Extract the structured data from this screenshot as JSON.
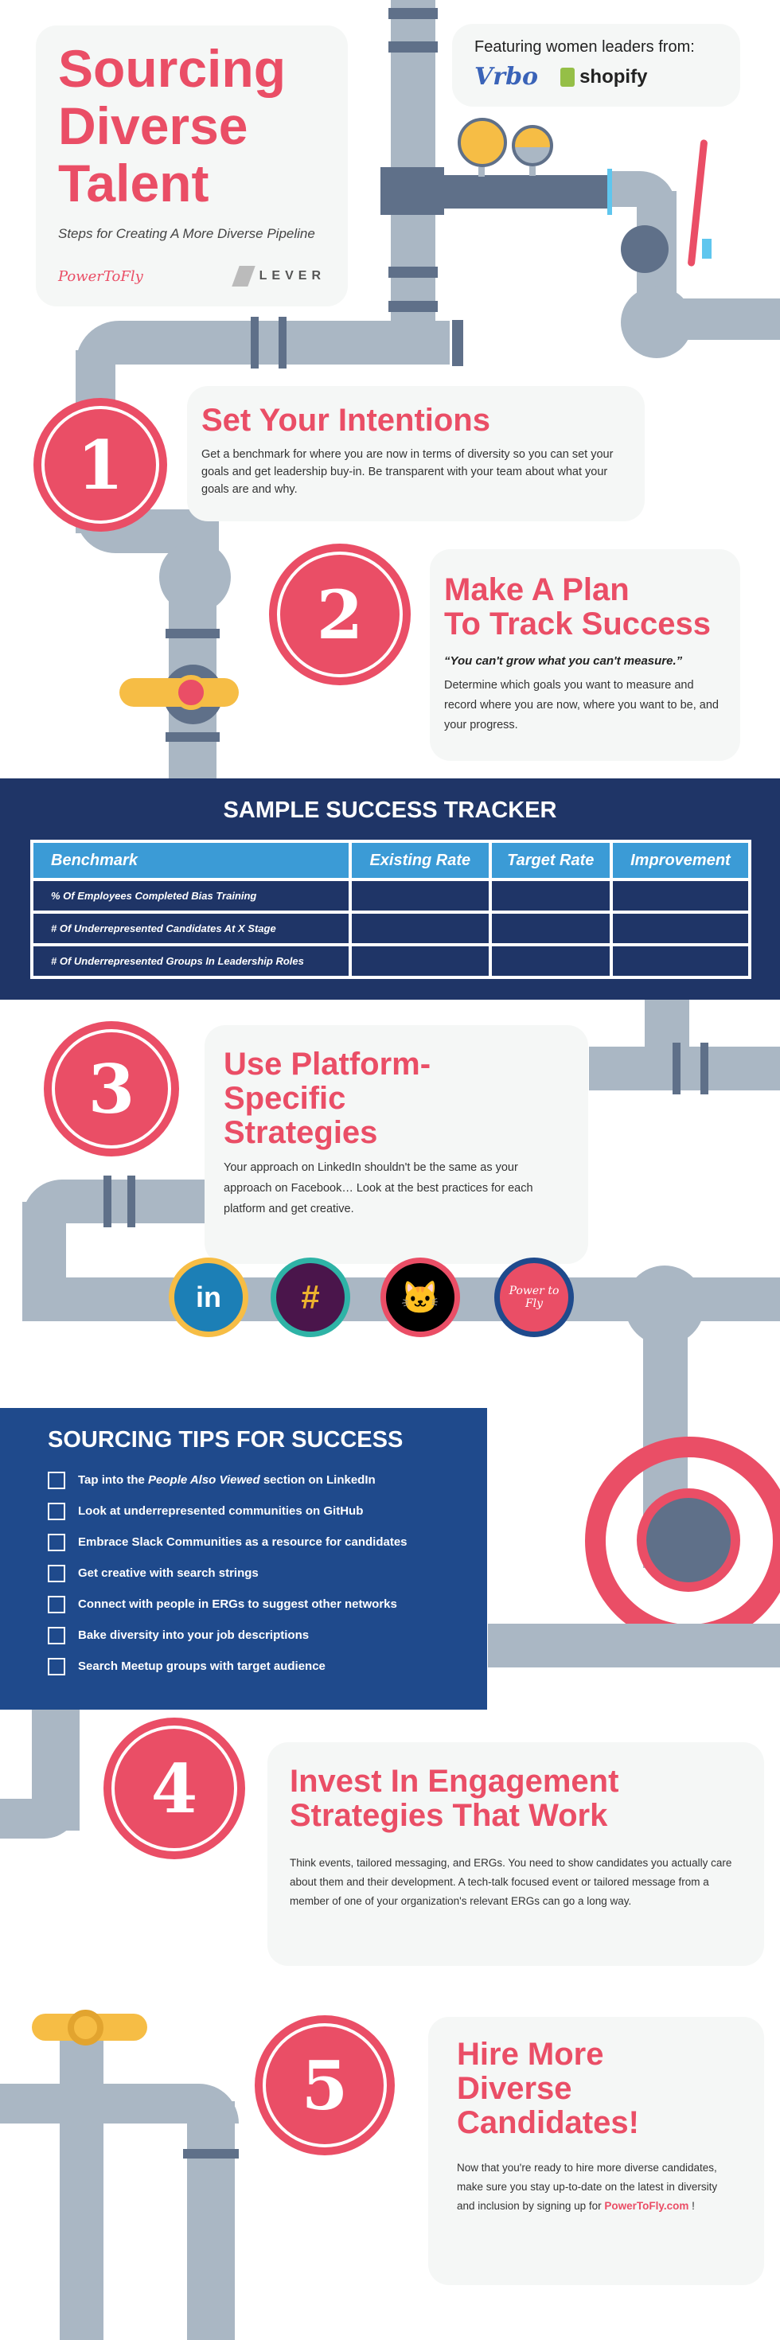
{
  "header": {
    "title_lines": [
      "Sourcing",
      "Diverse",
      "Talent"
    ],
    "subtitle": "Steps for Creating A More Diverse Pipeline",
    "logo_left": "PowerToFly",
    "logo_right": "LEVER"
  },
  "featuring": {
    "label": "Featuring women leaders from:",
    "logos": [
      "Vrbo",
      "shopify"
    ]
  },
  "steps": [
    {
      "number": "1",
      "title": "Set Your Intentions",
      "body": "Get a benchmark for where you are now in terms of diversity so you can set your goals and get leadership buy-in. Be transparent with your team about what your goals are and why."
    },
    {
      "number": "2",
      "title_lines": [
        "Make A Plan",
        "To Track Success"
      ],
      "quote": "“You can't grow what you can't measure.”",
      "body": "Determine which goals you want to measure and record where you are now, where you want to be, and your progress."
    },
    {
      "number": "3",
      "title_lines": [
        "Use Platform-",
        "Specific",
        "Strategies"
      ],
      "body": "Your approach on LinkedIn shouldn't be the same as your approach on Facebook… Look at the best practices for each platform and get creative."
    },
    {
      "number": "4",
      "title_lines": [
        "Invest In Engagement",
        "Strategies That Work"
      ],
      "body": "Think events, tailored messaging, and ERGs. You need to show candidates you actually care about them and their development. A tech-talk focused event or tailored message from a member of one of your organization's relevant ERGs can go a long way."
    },
    {
      "number": "5",
      "title_lines": [
        "Hire More",
        "Diverse",
        "Candidates!"
      ],
      "body_prefix": "Now that you're ready to hire more diverse candidates, make sure you stay up-to-date on the latest in diversity and inclusion by signing up for ",
      "link": "PowerToFly.com",
      "body_suffix": " !"
    }
  ],
  "tracker": {
    "title": "SAMPLE SUCCESS TRACKER",
    "columns": [
      "Benchmark",
      "Existing Rate",
      "Target Rate",
      "Improvement"
    ],
    "rows": [
      "% Of Employees Completed Bias Training",
      "# Of Underrepresented Candidates At X Stage",
      "# Of Underrepresented Groups In Leadership Roles"
    ]
  },
  "platforms": [
    {
      "name": "LinkedIn",
      "glyph": "in"
    },
    {
      "name": "Slack",
      "glyph": "#"
    },
    {
      "name": "GitHub",
      "glyph": "🐱"
    },
    {
      "name": "PowerToFly",
      "glyph": "Power to Fly"
    }
  ],
  "tips": {
    "title": "SOURCING TIPS FOR SUCCESS",
    "items": [
      {
        "pre": "Tap into the ",
        "em": "People Also Viewed",
        "post": " section on LinkedIn"
      },
      {
        "pre": "Look at underrepresented communities on GitHub"
      },
      {
        "pre": "Embrace Slack Communities as a resource for candidates"
      },
      {
        "pre": "Get creative with search strings"
      },
      {
        "pre": "Connect with people in ERGs to suggest other networks"
      },
      {
        "pre": "Bake diversity into your job descriptions"
      },
      {
        "pre": "Search Meetup groups with target audience"
      }
    ]
  },
  "colors": {
    "accent": "#ea4e66",
    "navy": "#1f3567",
    "tips_blue": "#1f4a8c",
    "header_blue": "#3b9bd6",
    "pipe": "#aab7c4",
    "pipe_dark": "#5f7089",
    "valve": "#f6bd45"
  }
}
